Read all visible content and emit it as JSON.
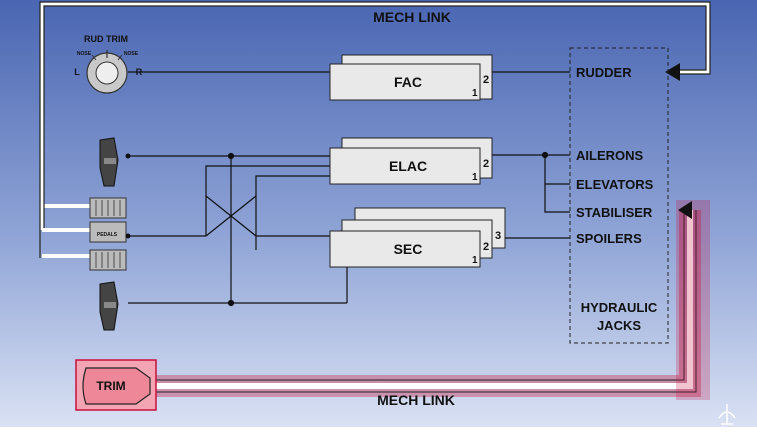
{
  "labels": {
    "mech_link_top": "MECH LINK",
    "mech_link_bottom": "MECH LINK",
    "rud_trim": "RUD TRIM",
    "nose_left": "NOSE",
    "nose_right": "NOSE",
    "knob_l": "L",
    "knob_r": "R",
    "pedals": "PEDALS",
    "trim": "TRIM",
    "hydraulic_line1": "HYDRAULIC",
    "hydraulic_line2": "JACKS"
  },
  "computers": {
    "fac": {
      "name": "FAC",
      "n1": "1",
      "n2": "2"
    },
    "elac": {
      "name": "ELAC",
      "n1": "1",
      "n2": "2"
    },
    "sec": {
      "name": "SEC",
      "n1": "1",
      "n2": "2",
      "n3": "3"
    }
  },
  "surfaces": {
    "rudder": "RUDDER",
    "ailerons": "AILERONS",
    "elevators": "ELEVATORS",
    "stabiliser": "STABILISER",
    "spoilers": "SPOILERS"
  },
  "colors": {
    "bg_top": "#4a66b2",
    "bg_bottom": "#d7dff2",
    "box_fill": "#e9e9e9",
    "line": "#111111",
    "trim_fill": "#f08aa0",
    "trim_border": "#c8103a",
    "link_white": "#ffffff"
  }
}
